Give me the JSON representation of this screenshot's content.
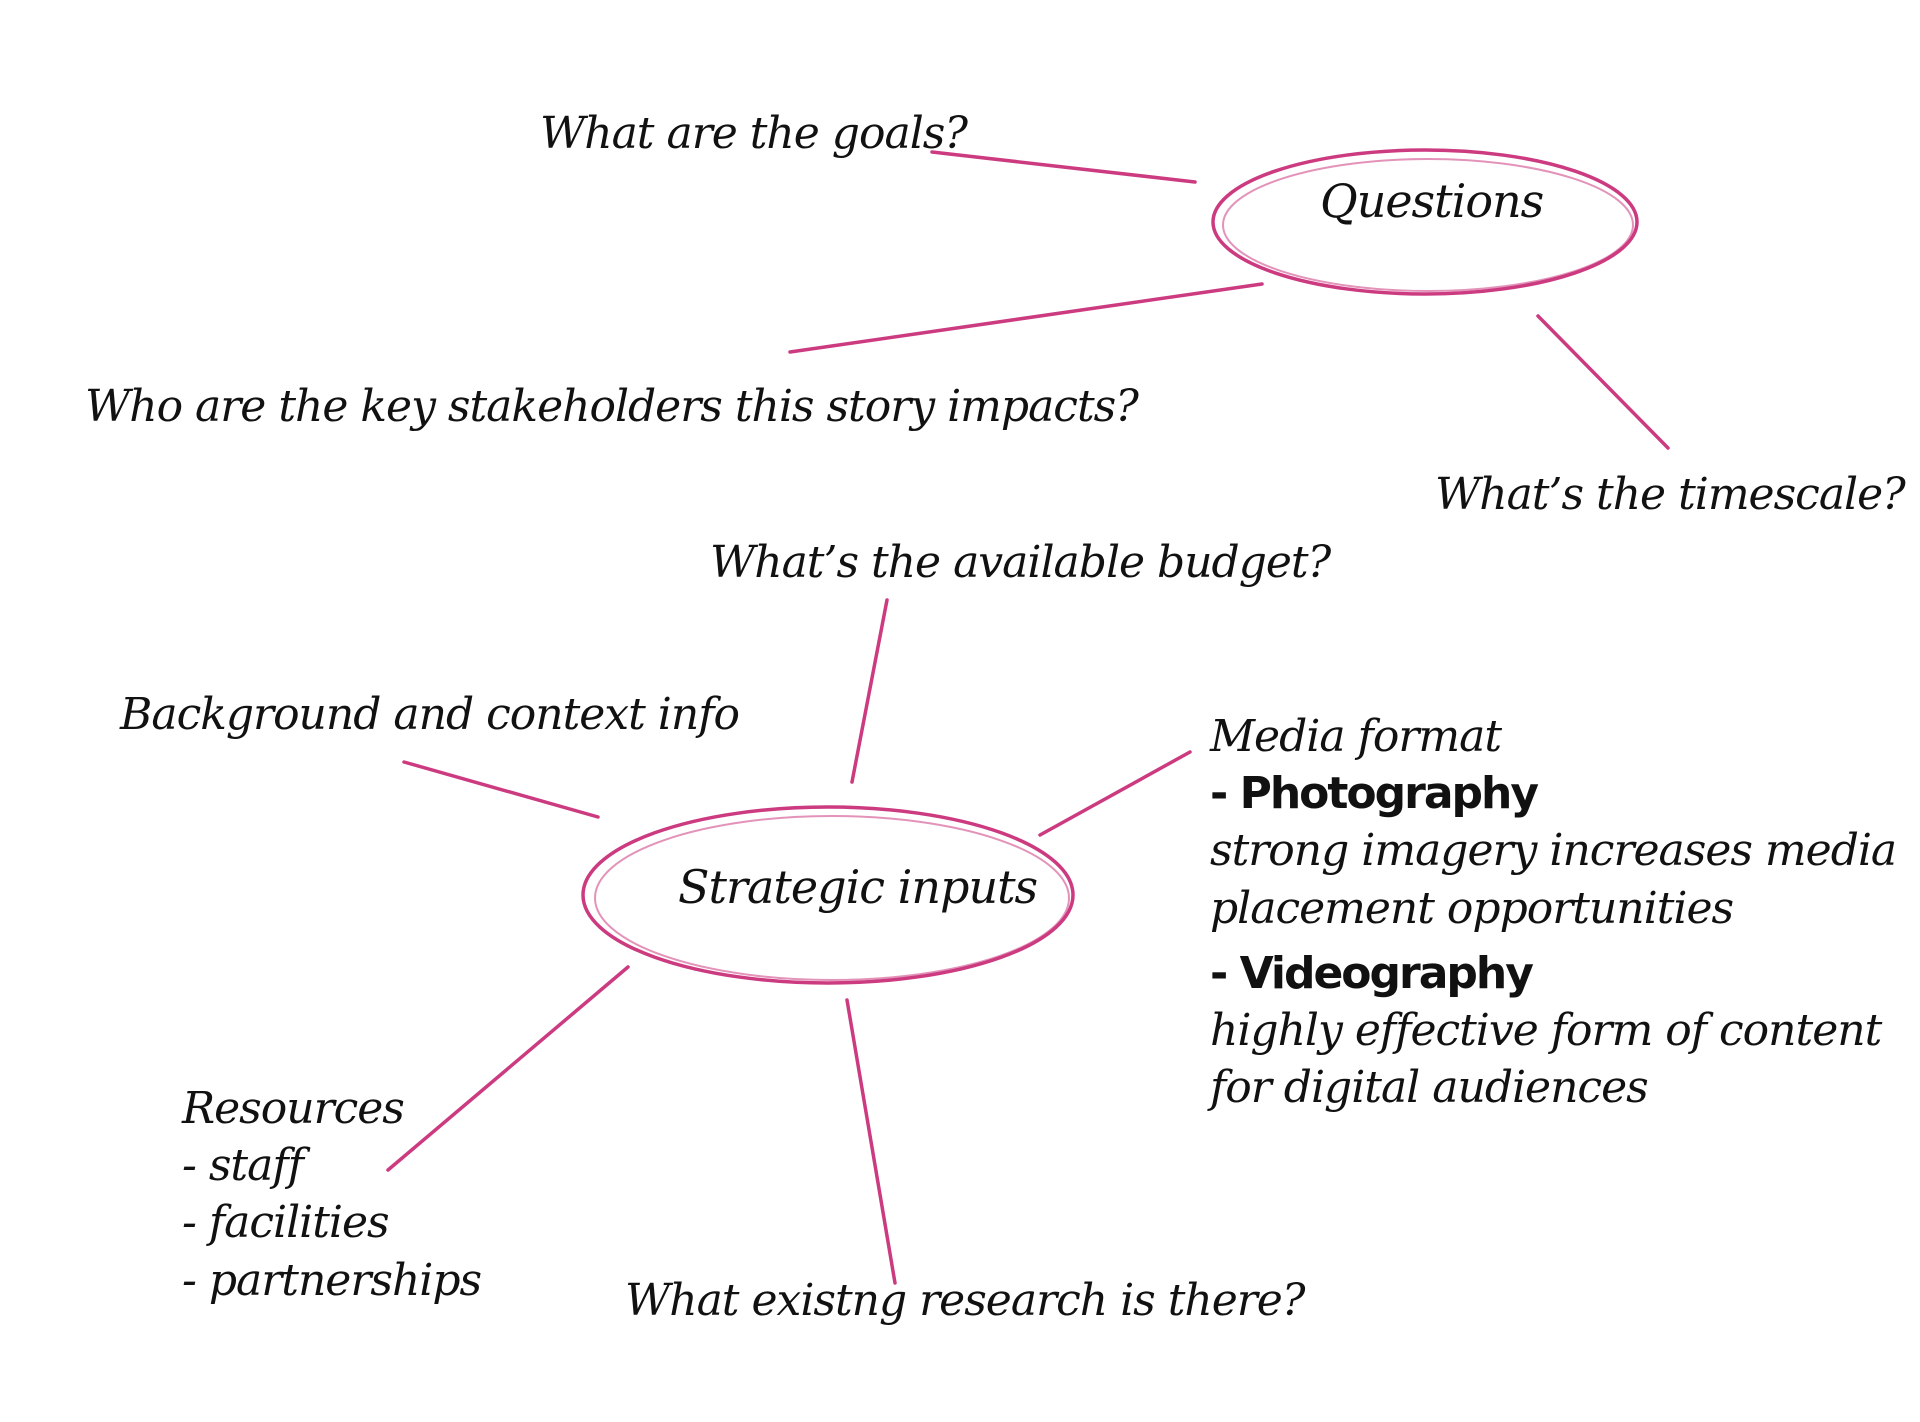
{
  "colors": {
    "accent": "#cc3b80",
    "text": "#111111",
    "background": "#ffffff"
  },
  "nodes": {
    "questions": "Questions",
    "strategic_inputs": "Strategic inputs"
  },
  "questions_branches": {
    "goals": "What are the goals?",
    "stakeholders": "Who are the key stakeholders this story impacts?",
    "timescale": "What’s the timescale?"
  },
  "strategic_branches": {
    "budget": "What’s the available budget?",
    "background": "Background and context info",
    "media_format": {
      "heading": "Media format",
      "photography_label": "- Photography",
      "photography_desc_1": "strong imagery increases media",
      "photography_desc_2": "placement opportunities",
      "videography_label": "- Videography",
      "videography_desc_1": "highly effective form of content",
      "videography_desc_2": "for digital audiences"
    },
    "resources": {
      "heading": "Resources",
      "item_1": "- staff",
      "item_2": "- facilities",
      "item_3": "- partnerships"
    },
    "research": "What existng research is there?"
  }
}
